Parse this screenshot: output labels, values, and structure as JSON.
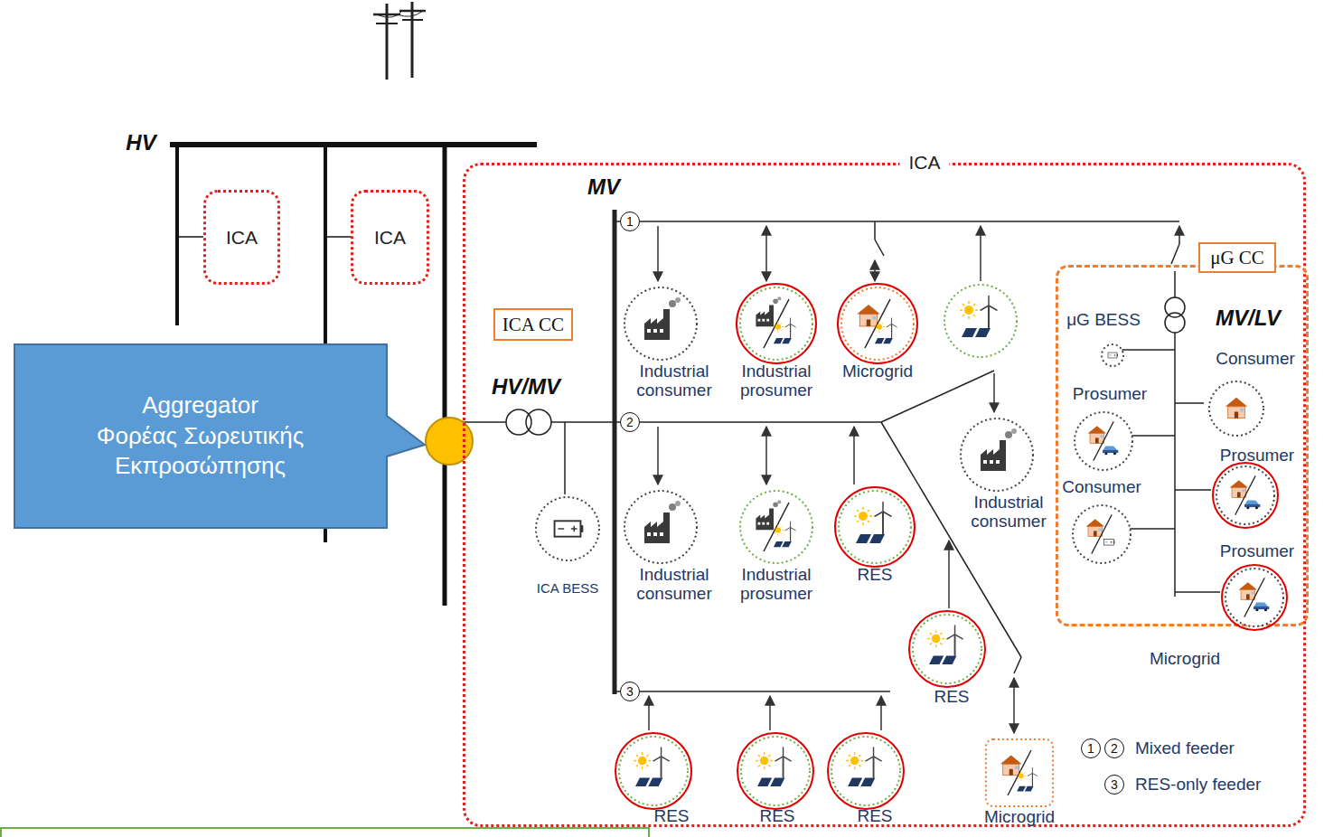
{
  "diagram": {
    "nodes": [
      {
        "text": [
          "ICA"
        ]
      },
      {
        "text": [
          "ICA"
        ]
      },
      {
        "text": [
          "ICA"
        ]
      },
      {
        "text": [
          "ICA CC"
        ],
        "in": 2
      },
      {
        "text": [
          "Aggregator",
          "Φορέας Σωρευτικής Εκπροσώπησης"
        ]
      },
      {
        "text": [
          "Industrial consumer"
        ],
        "in": 2
      },
      {
        "text": [
          "Industrial prosumer"
        ],
        "in": 2
      },
      {
        "text": [
          "Microgrid"
        ],
        "in": 2
      },
      {
        "text": [
          "ICA BESS"
        ],
        "in": 2
      },
      {
        "text": [
          "Industrial consumer"
        ],
        "in": 2
      },
      {
        "text": [
          "Industrial prosumer"
        ],
        "in": 2
      },
      {
        "text": [
          "RES"
        ],
        "in": 2
      },
      {
        "text": [
          "Industrial consumer"
        ],
        "in": 2
      },
      {
        "text": [
          "RES"
        ],
        "in": 2
      },
      {
        "text": [
          "RES"
        ],
        "in": 2
      },
      {
        "text": [
          "RES"
        ],
        "in": 2
      },
      {
        "text": [
          "RES"
        ],
        "in": 2
      },
      {
        "text": [
          "Microgrid"
        ],
        "in": 2
      },
      {
        "text": [
          "Microgrid"
        ],
        "in": 2
      },
      {
        "text": [
          "μG CC"
        ],
        "in": 18
      },
      {
        "text": [
          "μG BESS"
        ],
        "in": 18
      },
      {
        "text": [
          "Prosumer"
        ],
        "in": 18
      },
      {
        "text": [
          "Consumer"
        ],
        "in": 18
      },
      {
        "text": [
          "Consumer"
        ],
        "in": 18
      },
      {
        "text": [
          "Prosumer"
        ],
        "in": 18
      },
      {
        "text": [
          "Prosumer"
        ],
        "in": 18
      }
    ],
    "labels": [
      "HV",
      "MV",
      "HV/MV",
      "MV/LV",
      "1",
      "2",
      "3",
      "1",
      "2",
      "3"
    ],
    "legend": [
      {
        "text": "Mixed feeder"
      },
      {
        "text": "RES-only feeder"
      }
    ]
  }
}
